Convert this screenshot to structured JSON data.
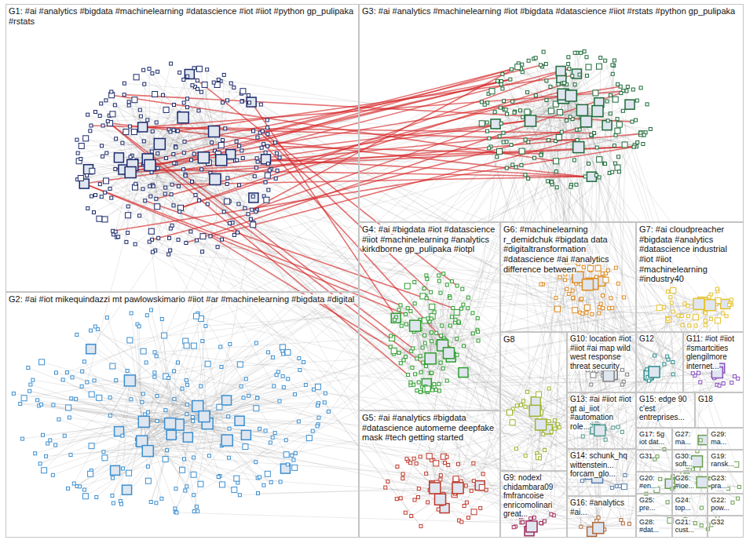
{
  "diagram": {
    "nodes": [
      {
        "text": [
          "G1: #ai #analytics #bigdata #machinelearning #datascience #iot #iiot #python gp_pulipaka #rstats"
        ]
      },
      {
        "text": [
          "G3: #ai #analytics #machinelearning #iot #bigdata #datascience #iiot #rstats #python gp_pulipaka"
        ]
      },
      {
        "text": [
          "G2: #ai #iot mikequindazzi mt pawlowskimario #iiot #ar #machinelearning #bigdata #digital"
        ]
      },
      {
        "text": [
          "G4: #ai #bigdata #iot #datascience #iiot #machinelearning #analytics kirkdborne gp_pulipaka #iotpl"
        ]
      },
      {
        "text": [
          "G6: #machinelearning r_demidchuk #bigdata data #digitaltransformation #datascience #ai #analytics difference between"
        ]
      },
      {
        "text": [
          "G7: #ai cloudpreacher #bigdata #analytics #datascience industrial #iot #iiot #machinelearning #industry40"
        ]
      },
      {
        "text": [
          "G5: #ai #analytics #bigdata #datascience automeme deepfake mask #tech getting started"
        ]
      },
      {
        "text": [
          "G8"
        ]
      },
      {
        "text": [
          "G10: location #iot #iiot #ai map wild west response threat security"
        ]
      },
      {
        "text": [
          "G12"
        ]
      },
      {
        "text": [
          "G11: #iot #iiot #smartcities glengilmore internet..."
        ]
      },
      {
        "text": [
          "G13: #ai #iiot #iot gt ai_iiot #automation role..."
        ]
      },
      {
        "text": [
          "G15: edge 90 c'est entreprises..."
        ]
      },
      {
        "text": [
          "G18"
        ]
      },
      {
        "text": [
          "G14: schunk_hq wittenstein... forcam_glo..."
        ]
      },
      {
        "text": [
          "G9: nodexl chidambara09 fmfrancoise enricomolinari great..."
        ]
      },
      {
        "text": [
          "G16: #analytics #ai..."
        ]
      },
      {
        "text": [
          "G17: 5g iot dat..."
        ]
      },
      {
        "text": [
          "G27: ma..."
        ]
      },
      {
        "text": [
          "G29: ma..."
        ]
      },
      {
        "text": [
          "G31"
        ]
      },
      {
        "text": [
          "G30: soft..."
        ]
      },
      {
        "text": [
          "G19: ransk..."
        ]
      },
      {
        "text": [
          "G20: #en..."
        ]
      },
      {
        "text": [
          "G26: #ioe..."
        ]
      },
      {
        "text": [
          "G23: pra..."
        ]
      },
      {
        "text": [
          "G25: pre..."
        ]
      },
      {
        "text": [
          "G24: top..."
        ]
      },
      {
        "text": [
          "G22: pow..."
        ]
      },
      {
        "text": [
          "G28: #dat..."
        ]
      },
      {
        "text": [
          "G21: cust..."
        ]
      },
      {
        "text": [
          "G32"
        ]
      }
    ]
  }
}
